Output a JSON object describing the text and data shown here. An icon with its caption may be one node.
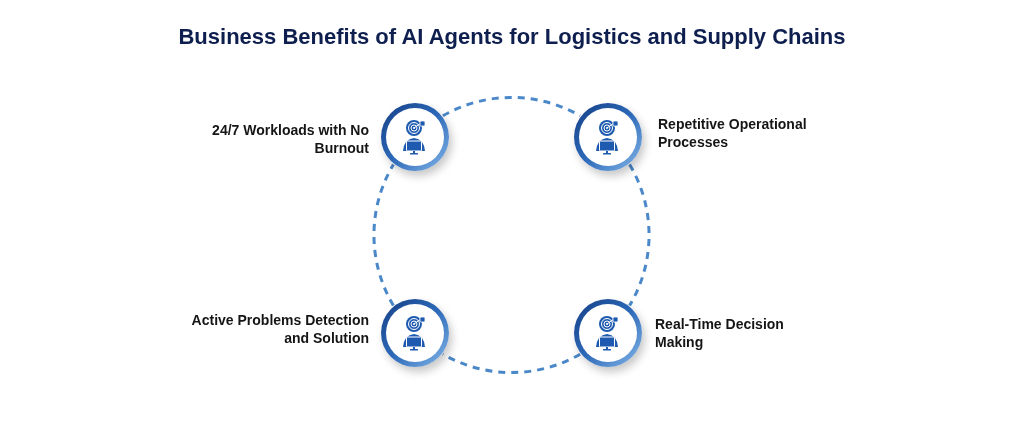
{
  "diagram": {
    "title": "Business Benefits of AI Agents for Logistics and Supply Chains",
    "nodes": [
      {
        "text": [],
        "shape": "circle",
        "beside": [
          "24/7 Workloads with No Burnout"
        ]
      },
      {
        "text": [],
        "shape": "circle",
        "beside": [
          "Repetitive Operational Processes"
        ]
      },
      {
        "text": [],
        "shape": "circle",
        "beside": [
          "Active Problems Detection and Solution"
        ]
      },
      {
        "text": [],
        "shape": "circle",
        "beside": [
          "Real-Time Decision Making"
        ]
      }
    ],
    "edges": [
      {
        "from": 0,
        "to": 1,
        "arrow": "none",
        "style": "dashed"
      },
      {
        "from": 1,
        "to": 3,
        "arrow": "none",
        "style": "dashed"
      },
      {
        "from": 3,
        "to": 2,
        "arrow": "none",
        "style": "dashed"
      },
      {
        "from": 2,
        "to": 0,
        "arrow": "none",
        "style": "dashed"
      }
    ]
  }
}
